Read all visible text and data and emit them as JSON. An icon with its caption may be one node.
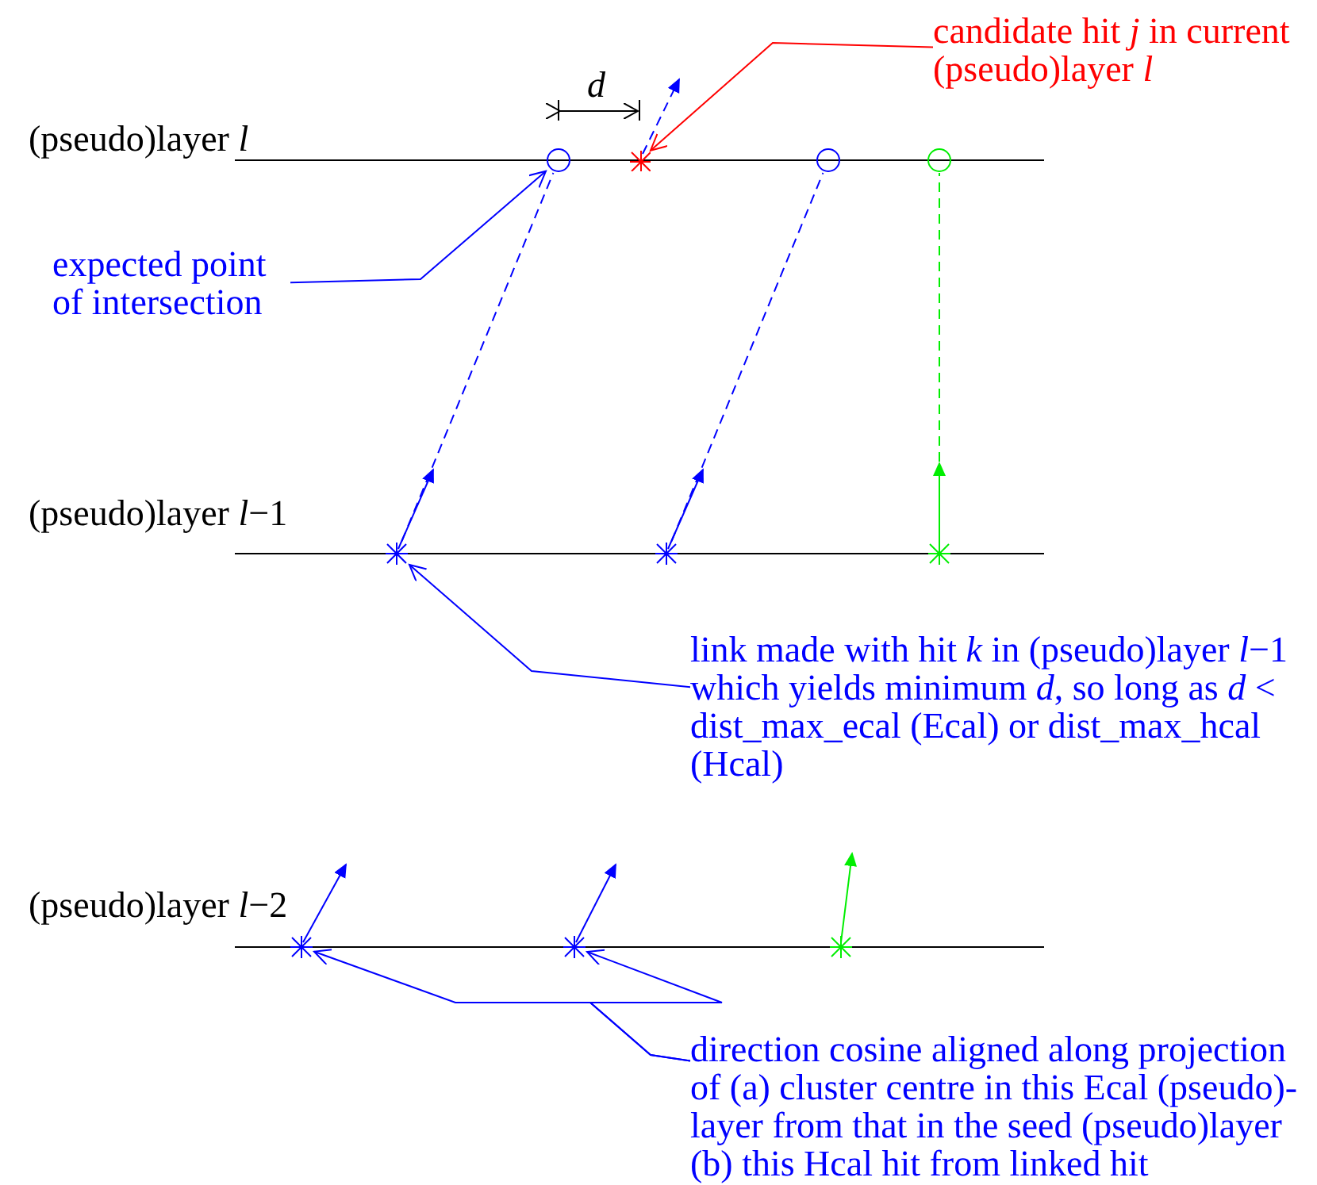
{
  "diagram": {
    "nodes": [
      {
        "text": [
          "candidate hit *j* in current (pseudo)layer *l*"
        ]
      },
      {
        "text": [],
        "shape": "star"
      },
      {
        "text": [
          "expected point of intersection"
        ]
      },
      {
        "text": [],
        "shape": "circle"
      },
      {
        "text": [
          "link made with hit *k* in (pseudo)layer *l*−1 which yields minimum *d*, so long as *d* < dist_max_ecal (Ecal) or dist_max_hcal (Hcal)"
        ]
      },
      {
        "text": [],
        "shape": "star"
      },
      {
        "text": [
          "direction cosine aligned along projection of (a) cluster centre in this Ecal (pseudo)-layer from that in the seed (pseudo)layer (b) this Hcal hit from linked hit"
        ]
      },
      {
        "text": [],
        "shape": "circle"
      },
      {
        "text": [],
        "shape": "circle"
      },
      {
        "text": [],
        "shape": "star"
      },
      {
        "text": [],
        "shape": "star"
      },
      {
        "text": [],
        "shape": "star"
      },
      {
        "text": [],
        "shape": "star"
      },
      {
        "text": [],
        "shape": "star"
      }
    ],
    "edges": [
      {
        "from": 0,
        "to": 1,
        "arrow": "to",
        "color": "#ff0000"
      },
      {
        "from": 2,
        "to": 3,
        "arrow": "to"
      },
      {
        "from": 4,
        "to": 5,
        "arrow": "to"
      },
      {
        "from": 6,
        "to": 11,
        "arrow": "to"
      },
      {
        "from": 6,
        "to": 12,
        "arrow": "to"
      },
      {
        "from": 5,
        "to": 3,
        "arrow": "none",
        "style": "dashed"
      },
      {
        "from": 9,
        "to": 7,
        "arrow": "none",
        "style": "dashed"
      },
      {
        "from": 10,
        "to": 8,
        "arrow": "none",
        "style": "dashed",
        "color": "#00ee00"
      }
    ],
    "labels": [
      "(pseudo)layer *l*",
      "*d*",
      "(pseudo)layer *l*−1",
      "(pseudo)layer *l*−2"
    ]
  }
}
